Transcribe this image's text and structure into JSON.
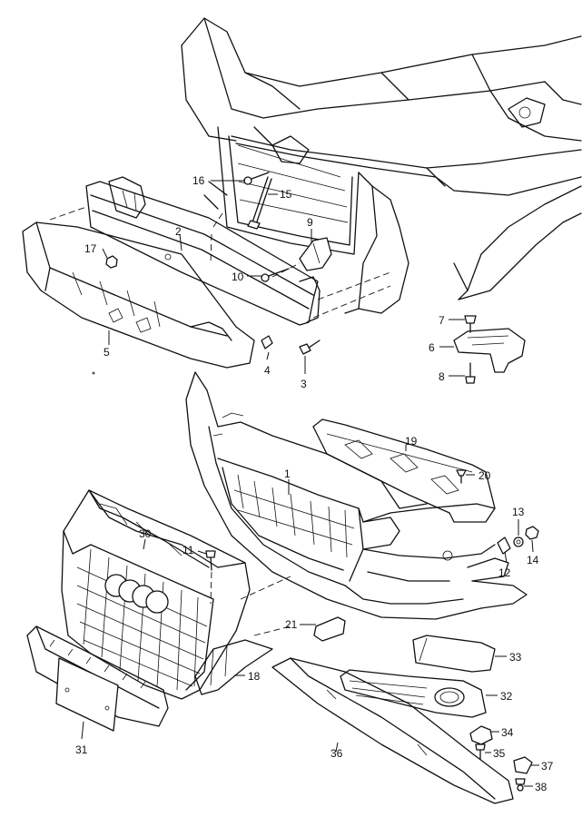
{
  "callouts": {
    "c1": "1",
    "c2": "2",
    "c3": "3",
    "c4": "4",
    "c5": "5",
    "c6": "6",
    "c7": "7",
    "c8": "8",
    "c9": "9",
    "c10": "10",
    "c11": "11",
    "c12": "12",
    "c13": "13",
    "c14": "14",
    "c15": "15",
    "c16": "16",
    "c17": "17",
    "c18": "18",
    "c19": "19",
    "c20": "20",
    "c21": "21",
    "c30": "30",
    "c31": "31",
    "c32": "32",
    "c33": "33",
    "c34": "34",
    "c35": "35",
    "c36": "36",
    "c37": "37",
    "c38": "38"
  }
}
